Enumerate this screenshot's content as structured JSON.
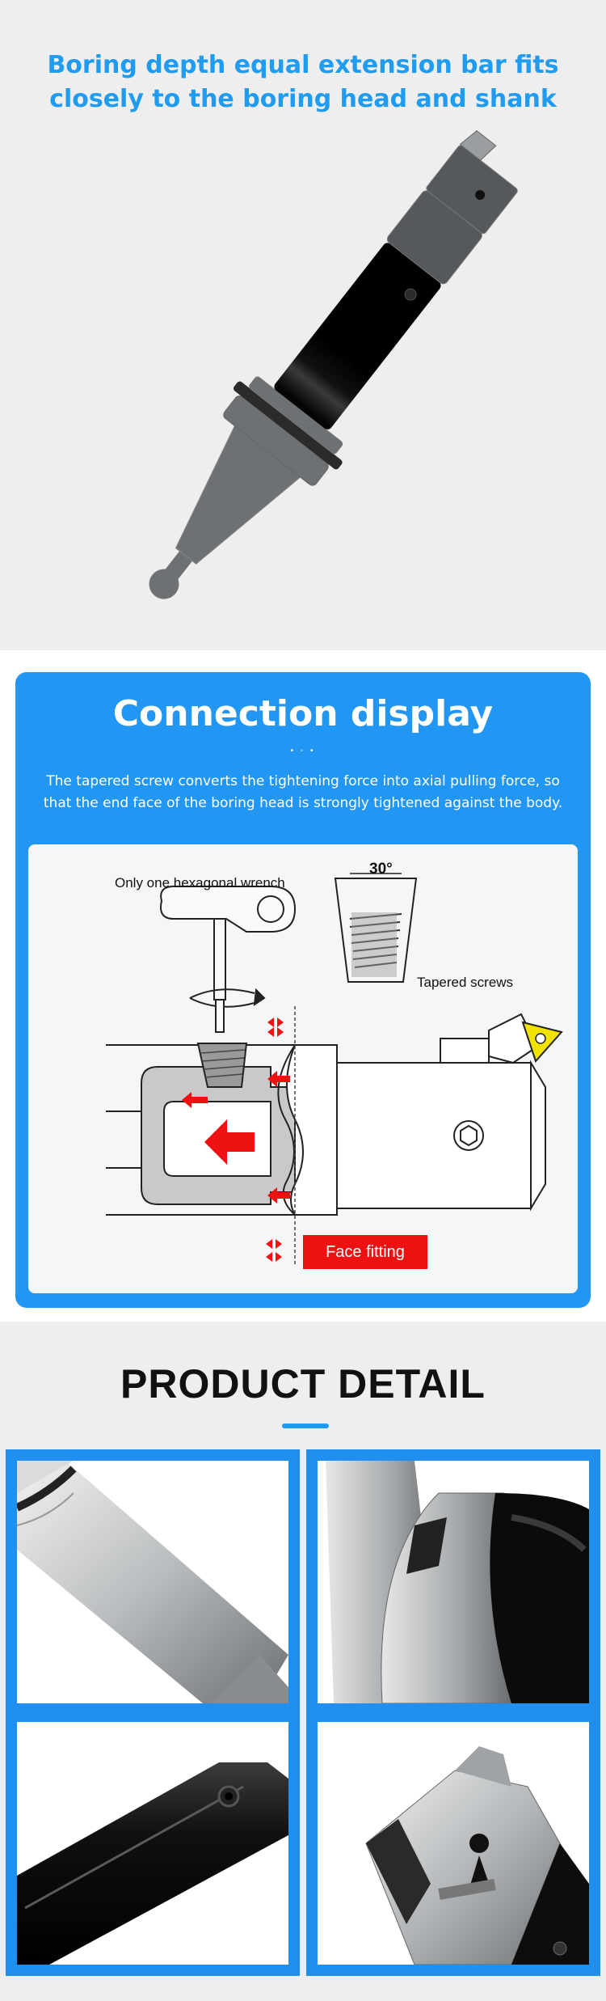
{
  "hero": {
    "title_line1": "Boring depth equal extension bar fits",
    "title_line2": "closely to the boring head and shank"
  },
  "connection": {
    "title": "Connection display",
    "dots": "• ◦ •",
    "description_line1": "The tapered screw converts the tightening force into axial pulling force, so",
    "description_line2": "that the end face of the boring head is strongly tightened against the body.",
    "label_wrench": "Only one hexagonal wrench",
    "label_angle": "30°",
    "label_screws": "Tapered screws",
    "label_face": "Face fitting"
  },
  "detail": {
    "title": "PRODUCT DETAIL"
  },
  "colors": {
    "accent_blue": "#1f9bf0",
    "panel_blue": "#2196f3",
    "arrow_red": "#ee1111",
    "insert_yellow": "#f2e200"
  }
}
